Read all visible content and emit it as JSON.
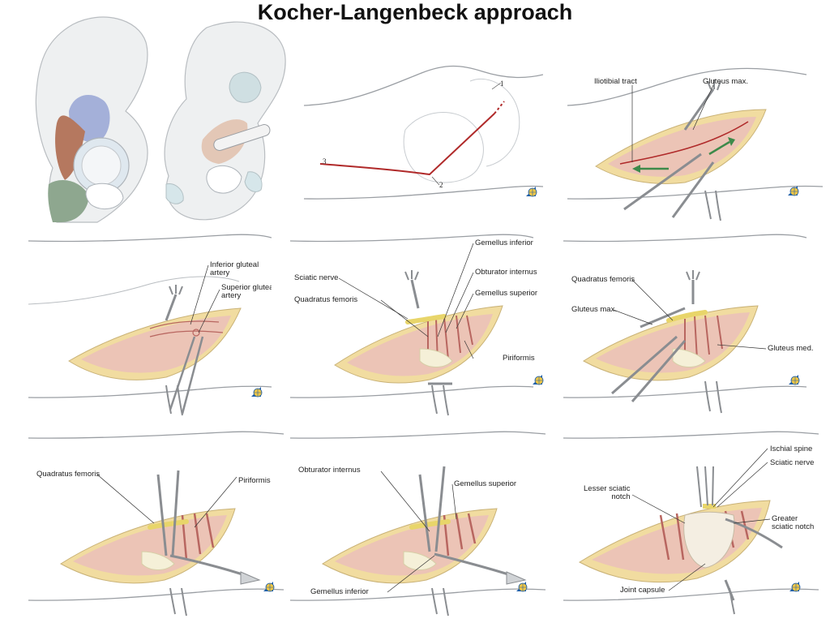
{
  "title": "Kocher-Langenbeck approach",
  "colors": {
    "bone": "#eef0f1",
    "bone_edge": "#b9bdc1",
    "acetabulum_blue": "#9ba8d6",
    "ilium_brown": "#b5785f",
    "ischium_green": "#8ea78f",
    "tissue_pink": "#ecc4b6",
    "muscle_red": "#b86660",
    "fat_yellow": "#f1dca0",
    "nerve_yellow": "#e8d56a",
    "incision_red": "#b02a2a",
    "arrow_green": "#3d8a4a",
    "outline_gray": "#9a9ea3"
  },
  "panels": {
    "incision": {
      "marks": [
        "1",
        "2",
        "3"
      ]
    },
    "exposure": {
      "labels": [
        "Iliotibial tract",
        "Gluteus max."
      ]
    },
    "arteries": {
      "labels": [
        "Inferior gluteal\nartery",
        "Superior gluteal\nartery"
      ]
    },
    "rotators": {
      "labels": [
        "Sciatic nerve",
        "Quadratus femoris",
        "Gemellus inferior",
        "Obturator internus",
        "Gemellus superior",
        "Piriformis"
      ]
    },
    "retraction": {
      "labels": [
        "Quadratus femoris",
        "Gluteus max.",
        "Gluteus med."
      ]
    },
    "piriformis": {
      "labels": [
        "Quadratus femoris",
        "Piriformis"
      ]
    },
    "obturator": {
      "labels": [
        "Obturator internus",
        "Gemellus superior",
        "Gemellus inferior"
      ]
    },
    "capsule": {
      "labels": [
        "Ischial spine",
        "Sciatic nerve",
        "Lesser sciatic\nnotch",
        "Greater\nsciatic notch",
        "Joint capsule"
      ]
    }
  },
  "icons": [
    "pelvis-illustration",
    "ao-globe-logo",
    "retractor-icon",
    "forceps-icon"
  ]
}
